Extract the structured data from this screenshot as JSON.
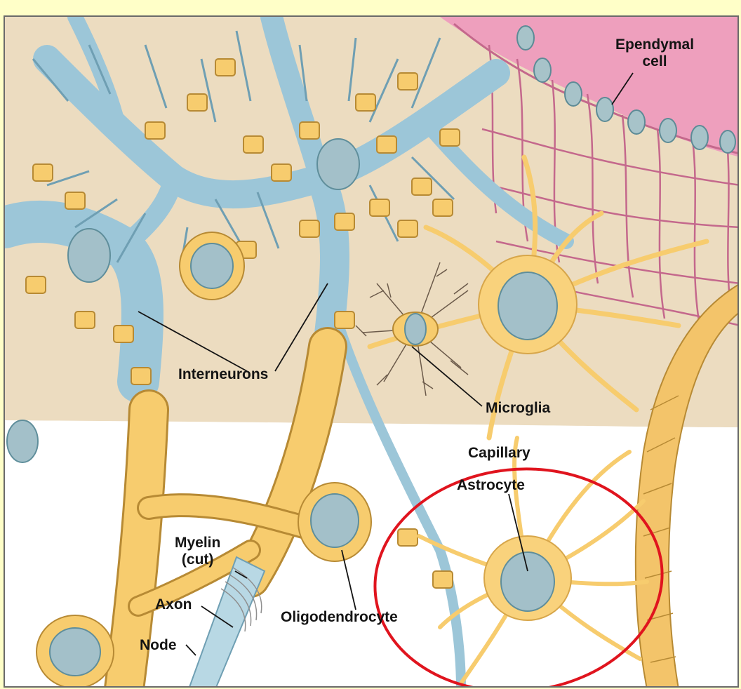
{
  "labels": {
    "ependymal": "Ependymal\ncell",
    "interneurons": "Interneurons",
    "microglia": "Microglia",
    "capillary": "Capillary",
    "astrocyte": "Astrocyte",
    "myelin": "Myelin\n(cut)",
    "axon": "Axon",
    "node": "Node",
    "oligodendrocyte": "Oligodendrocyte"
  },
  "colors": {
    "page_background": "#ffffc8",
    "tissue_upper": "#ecdcc0",
    "tissue_lower": "#ffffff",
    "neuron_blue": "#9cc6d8",
    "glia_yellow": "#f7cc6e",
    "ependymal_pink": "#e99ab8",
    "nucleus": "#9fbcc4",
    "highlight_circle": "#e0141e"
  }
}
